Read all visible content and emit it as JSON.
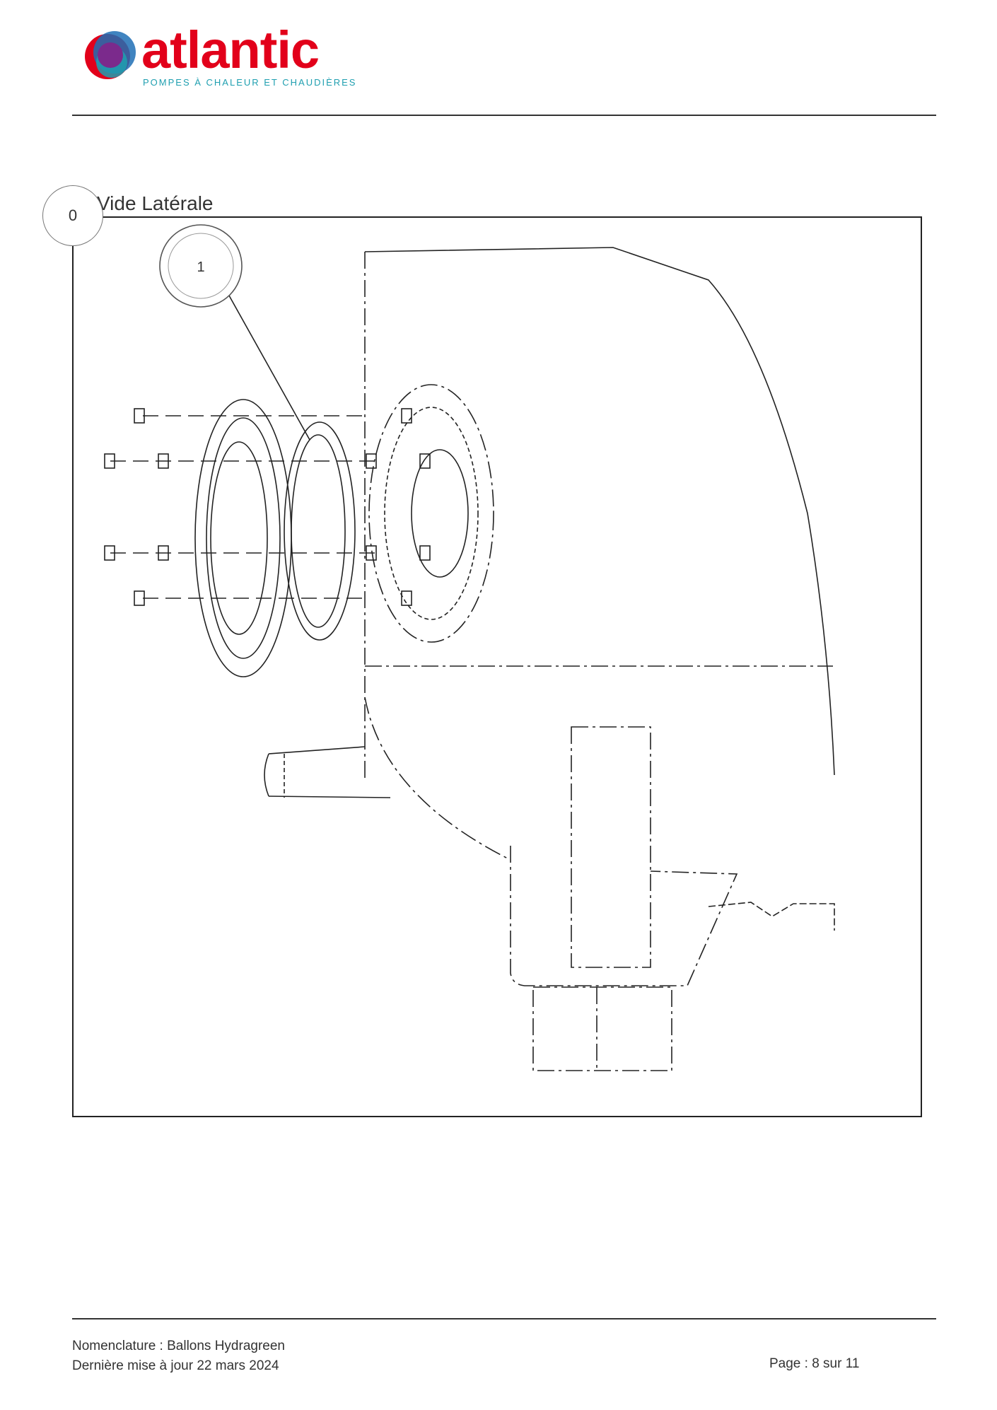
{
  "header": {
    "brand_name": "atlantic",
    "brand_tagline": "POMPES À CHALEUR ET CHAUDIÈRES",
    "logo_colors": {
      "red": "#e2001a",
      "purple": "#7b2a8c",
      "blue": "#1f6fb5",
      "teal": "#1f9fb0"
    }
  },
  "drawing": {
    "title": "Vide Latérale",
    "callouts": [
      {
        "label": "0"
      },
      {
        "label": "1"
      }
    ]
  },
  "footer": {
    "line1": "Nomenclature : Ballons Hydragreen",
    "line2": "Dernière mise à jour 22 mars 2024",
    "page": "Page : 8 sur 11"
  }
}
